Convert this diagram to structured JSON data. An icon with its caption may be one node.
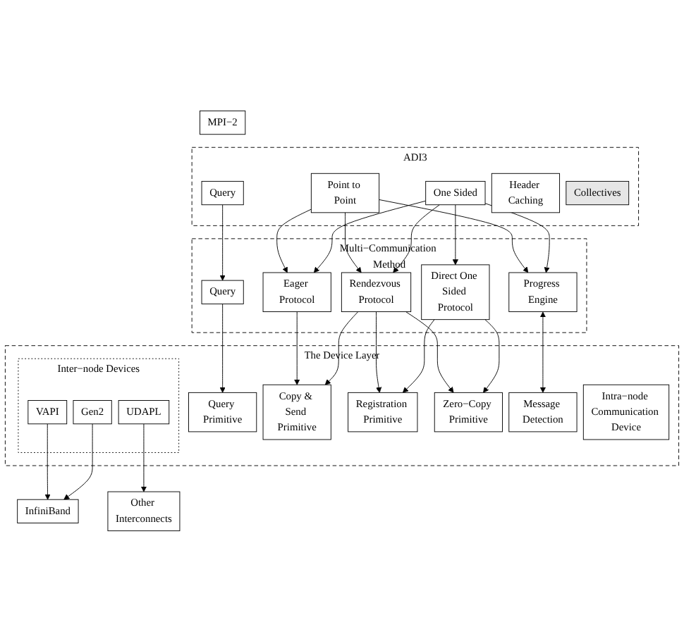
{
  "diagram": {
    "nodes": [
      {
        "text": [
          "MPI−2"
        ]
      },
      {
        "text": [
          "ADI3"
        ]
      },
      {
        "text": [
          "Query"
        ],
        "in": 1
      },
      {
        "text": [
          "Point to Point"
        ],
        "in": 1
      },
      {
        "text": [
          "Header Caching"
        ],
        "in": 1
      },
      {
        "text": [
          "One Sided"
        ],
        "in": 1
      },
      {
        "text": [
          "Collectives"
        ],
        "in": 1
      },
      {
        "text": [
          "Multi−Communication Method"
        ]
      },
      {
        "text": [
          "Query"
        ],
        "in": 7
      },
      {
        "text": [
          "Eager Protocol"
        ],
        "in": 7
      },
      {
        "text": [
          "Rendezvous Protocol"
        ],
        "in": 7
      },
      {
        "text": [
          "Direct One Sided Protocol"
        ],
        "in": 7
      },
      {
        "text": [
          "Progress Engine"
        ],
        "in": 7
      },
      {
        "text": [
          "The Device Layer"
        ]
      },
      {
        "text": [
          "Query Primitive"
        ],
        "in": 13
      },
      {
        "text": [
          "Copy & Send Primitive"
        ],
        "in": 13
      },
      {
        "text": [
          "Registration Primitive"
        ],
        "in": 13
      },
      {
        "text": [
          "Zero−Copy Primitive"
        ],
        "in": 13
      },
      {
        "text": [
          "Message Detection"
        ],
        "in": 13
      },
      {
        "text": [
          "Inter−node Devices"
        ],
        "in": 13
      },
      {
        "text": [
          "VAPI"
        ],
        "in": 19
      },
      {
        "text": [
          "Gen2"
        ],
        "in": 19
      },
      {
        "text": [
          "UDAPL"
        ],
        "in": 19
      },
      {
        "text": [
          "Intra−node Communication Device"
        ],
        "in": 13
      },
      {
        "text": [
          "InfiniBand"
        ]
      },
      {
        "text": [
          "Other Interconnects"
        ]
      }
    ],
    "edges": [
      {
        "from": 2,
        "to": 8,
        "arrow": "to"
      },
      {
        "from": 3,
        "to": 9,
        "arrow": "to"
      },
      {
        "from": 3,
        "to": 10,
        "arrow": "to"
      },
      {
        "from": 3,
        "to": 12,
        "arrow": "to"
      },
      {
        "from": 5,
        "to": 9,
        "arrow": "to"
      },
      {
        "from": 5,
        "to": 10,
        "arrow": "to"
      },
      {
        "from": 5,
        "to": 11,
        "arrow": "to"
      },
      {
        "from": 5,
        "to": 12,
        "arrow": "to"
      },
      {
        "from": 8,
        "to": 14,
        "arrow": "to"
      },
      {
        "from": 9,
        "to": 15,
        "arrow": "to"
      },
      {
        "from": 10,
        "to": 15,
        "arrow": "to"
      },
      {
        "from": 10,
        "to": 16,
        "arrow": "to"
      },
      {
        "from": 10,
        "to": 17,
        "arrow": "to"
      },
      {
        "from": 11,
        "to": 16,
        "arrow": "to"
      },
      {
        "from": 11,
        "to": 17,
        "arrow": "to"
      },
      {
        "from": 12,
        "to": 18,
        "arrow": "both"
      },
      {
        "from": 20,
        "to": 24,
        "arrow": "to"
      },
      {
        "from": 21,
        "to": 24,
        "arrow": "to"
      },
      {
        "from": 22,
        "to": 25,
        "arrow": "to"
      }
    ]
  }
}
